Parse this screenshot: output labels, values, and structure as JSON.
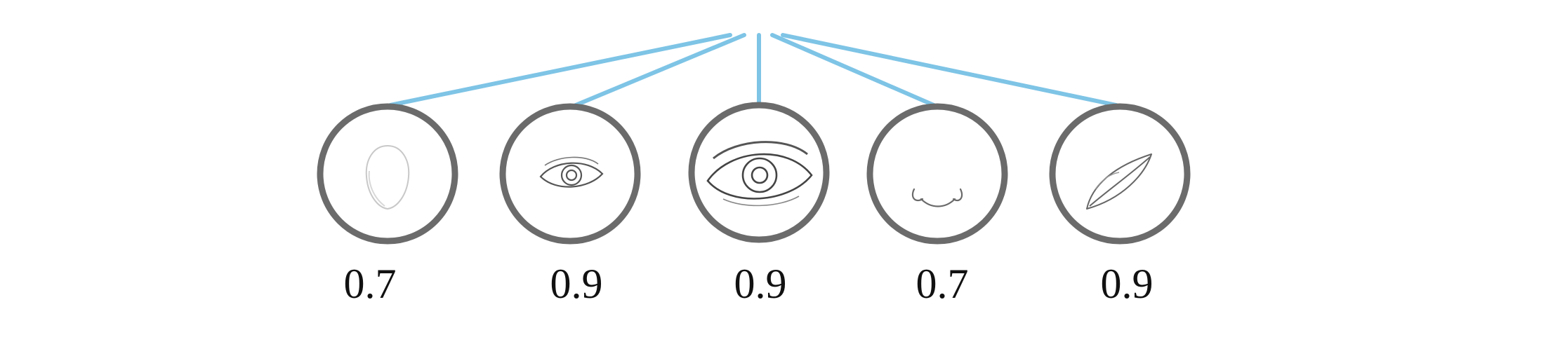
{
  "colors": {
    "connector": "#7ec4e6",
    "ring": "#6b6b6b",
    "sketch": "#555555",
    "text": "#111111",
    "background": "#ffffff"
  },
  "parts": [
    {
      "icon": "face-outline-icon",
      "score": "0.7"
    },
    {
      "icon": "small-eye-icon",
      "score": "0.9"
    },
    {
      "icon": "large-eye-icon",
      "score": "0.9"
    },
    {
      "icon": "nose-icon",
      "score": "0.7"
    },
    {
      "icon": "lips-icon",
      "score": "0.9"
    }
  ]
}
